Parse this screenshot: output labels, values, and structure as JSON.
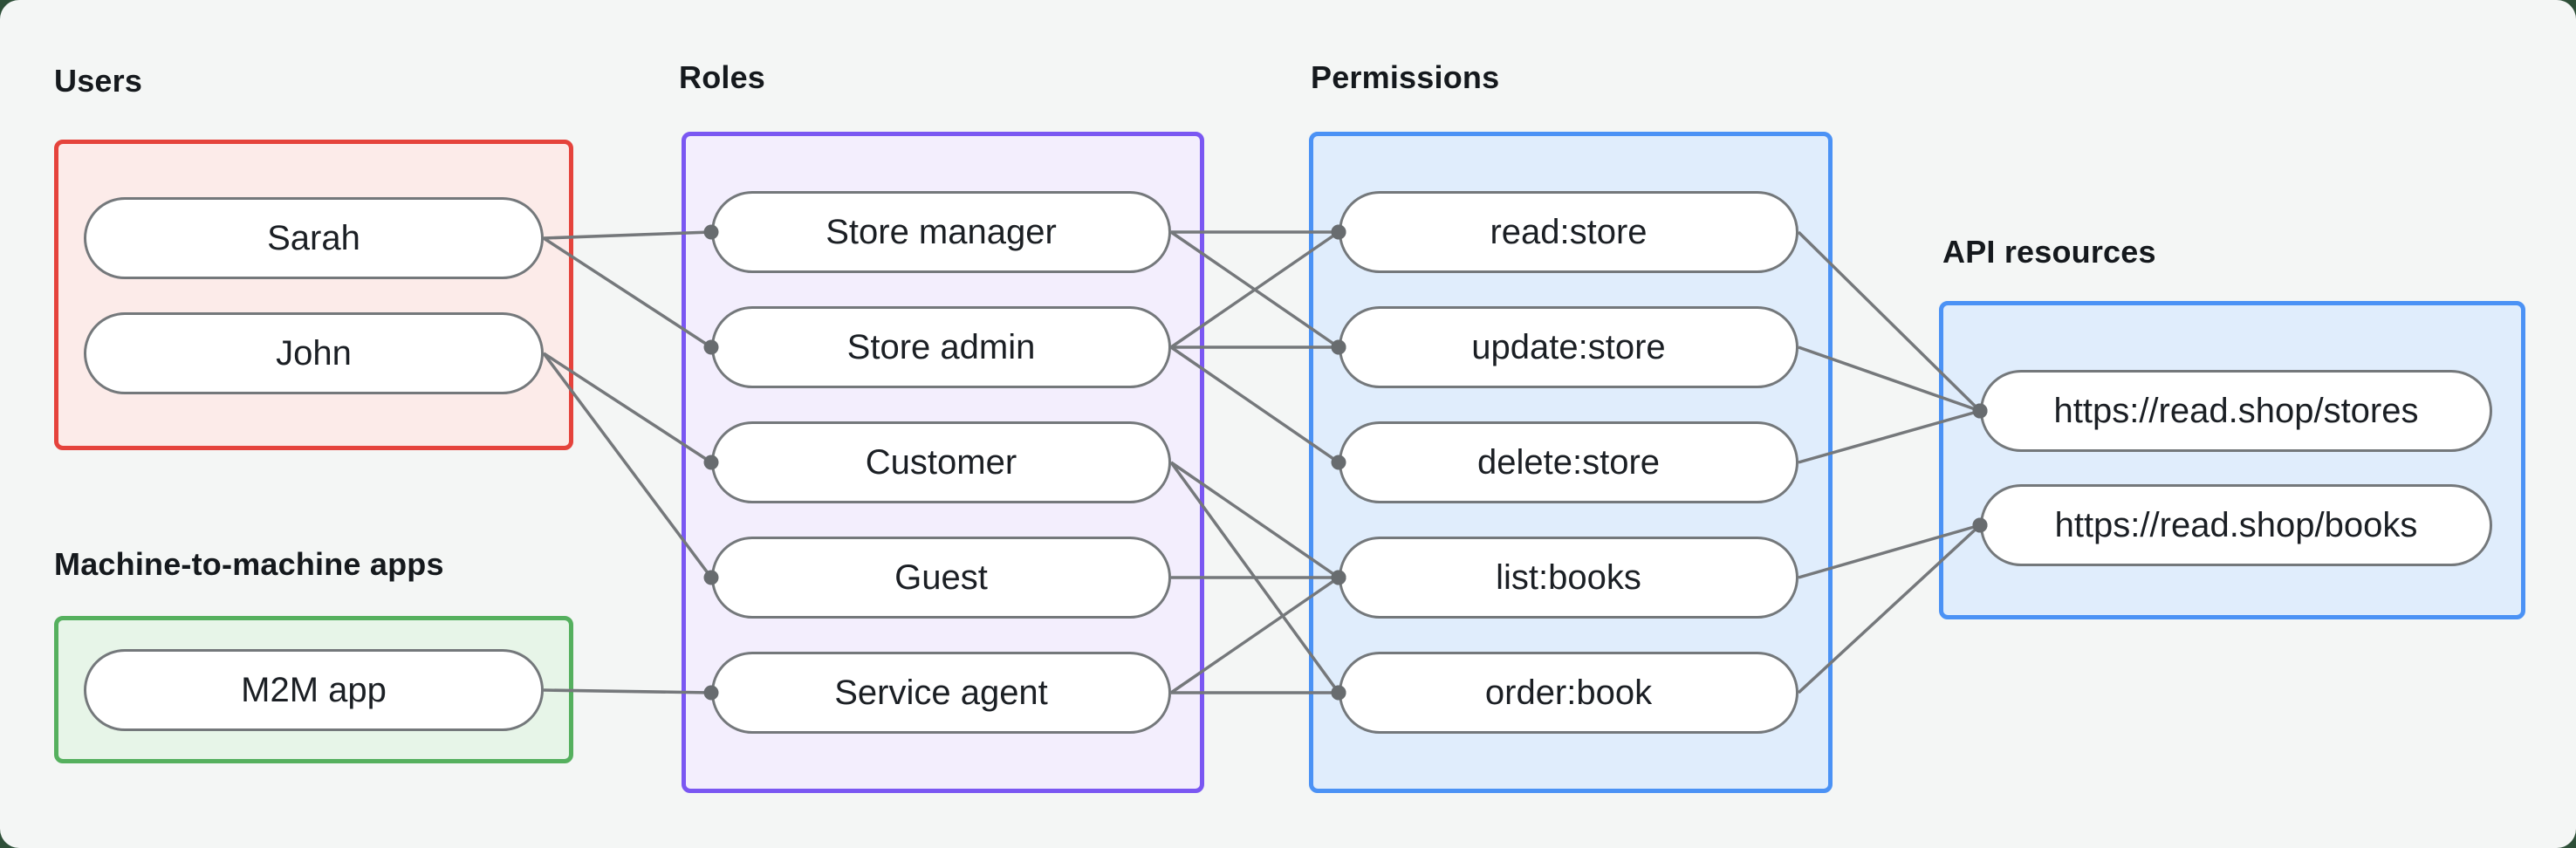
{
  "canvas": {
    "background": "#f4f6f5",
    "outside_background": "#2e4f38"
  },
  "edge_style": {
    "line_color": "#75787b",
    "dot_color": "#686c6f"
  },
  "groups": {
    "users": {
      "label": "Users",
      "border_color": "#e5433c",
      "fill_color": "#fcebe9",
      "nodes": [
        {
          "id": "sarah",
          "label": "Sarah"
        },
        {
          "id": "john",
          "label": "John"
        }
      ]
    },
    "m2m": {
      "label": "Machine-to-machine apps",
      "border_color": "#55b05e",
      "fill_color": "#e7f5e8",
      "nodes": [
        {
          "id": "m2m-app",
          "label": "M2M app"
        }
      ]
    },
    "roles": {
      "label": "Roles",
      "border_color": "#7a57f2",
      "fill_color": "#f3eefd",
      "nodes": [
        {
          "id": "store-manager",
          "label": "Store manager"
        },
        {
          "id": "store-admin",
          "label": "Store admin"
        },
        {
          "id": "customer",
          "label": "Customer"
        },
        {
          "id": "guest",
          "label": "Guest"
        },
        {
          "id": "service-agent",
          "label": "Service agent"
        }
      ]
    },
    "permissions": {
      "label": "Permissions",
      "border_color": "#4b92f5",
      "fill_color": "#e0edfc",
      "nodes": [
        {
          "id": "read-store",
          "label": "read:store"
        },
        {
          "id": "update-store",
          "label": "update:store"
        },
        {
          "id": "delete-store",
          "label": "delete:store"
        },
        {
          "id": "list-books",
          "label": "list:books"
        },
        {
          "id": "order-book",
          "label": "order:book"
        }
      ]
    },
    "api": {
      "label": "API resources",
      "border_color": "#4b92f5",
      "fill_color": "#e0edfc",
      "nodes": [
        {
          "id": "stores-api",
          "label": "https://read.shop/stores"
        },
        {
          "id": "books-api",
          "label": "https://read.shop/books"
        }
      ]
    }
  },
  "edges": [
    {
      "from": "sarah",
      "to": "store-manager"
    },
    {
      "from": "sarah",
      "to": "store-admin"
    },
    {
      "from": "john",
      "to": "customer"
    },
    {
      "from": "john",
      "to": "guest"
    },
    {
      "from": "m2m-app",
      "to": "service-agent"
    },
    {
      "from": "store-manager",
      "to": "read-store"
    },
    {
      "from": "store-manager",
      "to": "update-store"
    },
    {
      "from": "store-admin",
      "to": "read-store"
    },
    {
      "from": "store-admin",
      "to": "update-store"
    },
    {
      "from": "store-admin",
      "to": "delete-store"
    },
    {
      "from": "customer",
      "to": "list-books"
    },
    {
      "from": "customer",
      "to": "order-book"
    },
    {
      "from": "guest",
      "to": "list-books"
    },
    {
      "from": "service-agent",
      "to": "list-books"
    },
    {
      "from": "service-agent",
      "to": "order-book"
    },
    {
      "from": "read-store",
      "to": "stores-api"
    },
    {
      "from": "update-store",
      "to": "stores-api"
    },
    {
      "from": "delete-store",
      "to": "stores-api"
    },
    {
      "from": "list-books",
      "to": "books-api"
    },
    {
      "from": "order-book",
      "to": "books-api"
    }
  ]
}
